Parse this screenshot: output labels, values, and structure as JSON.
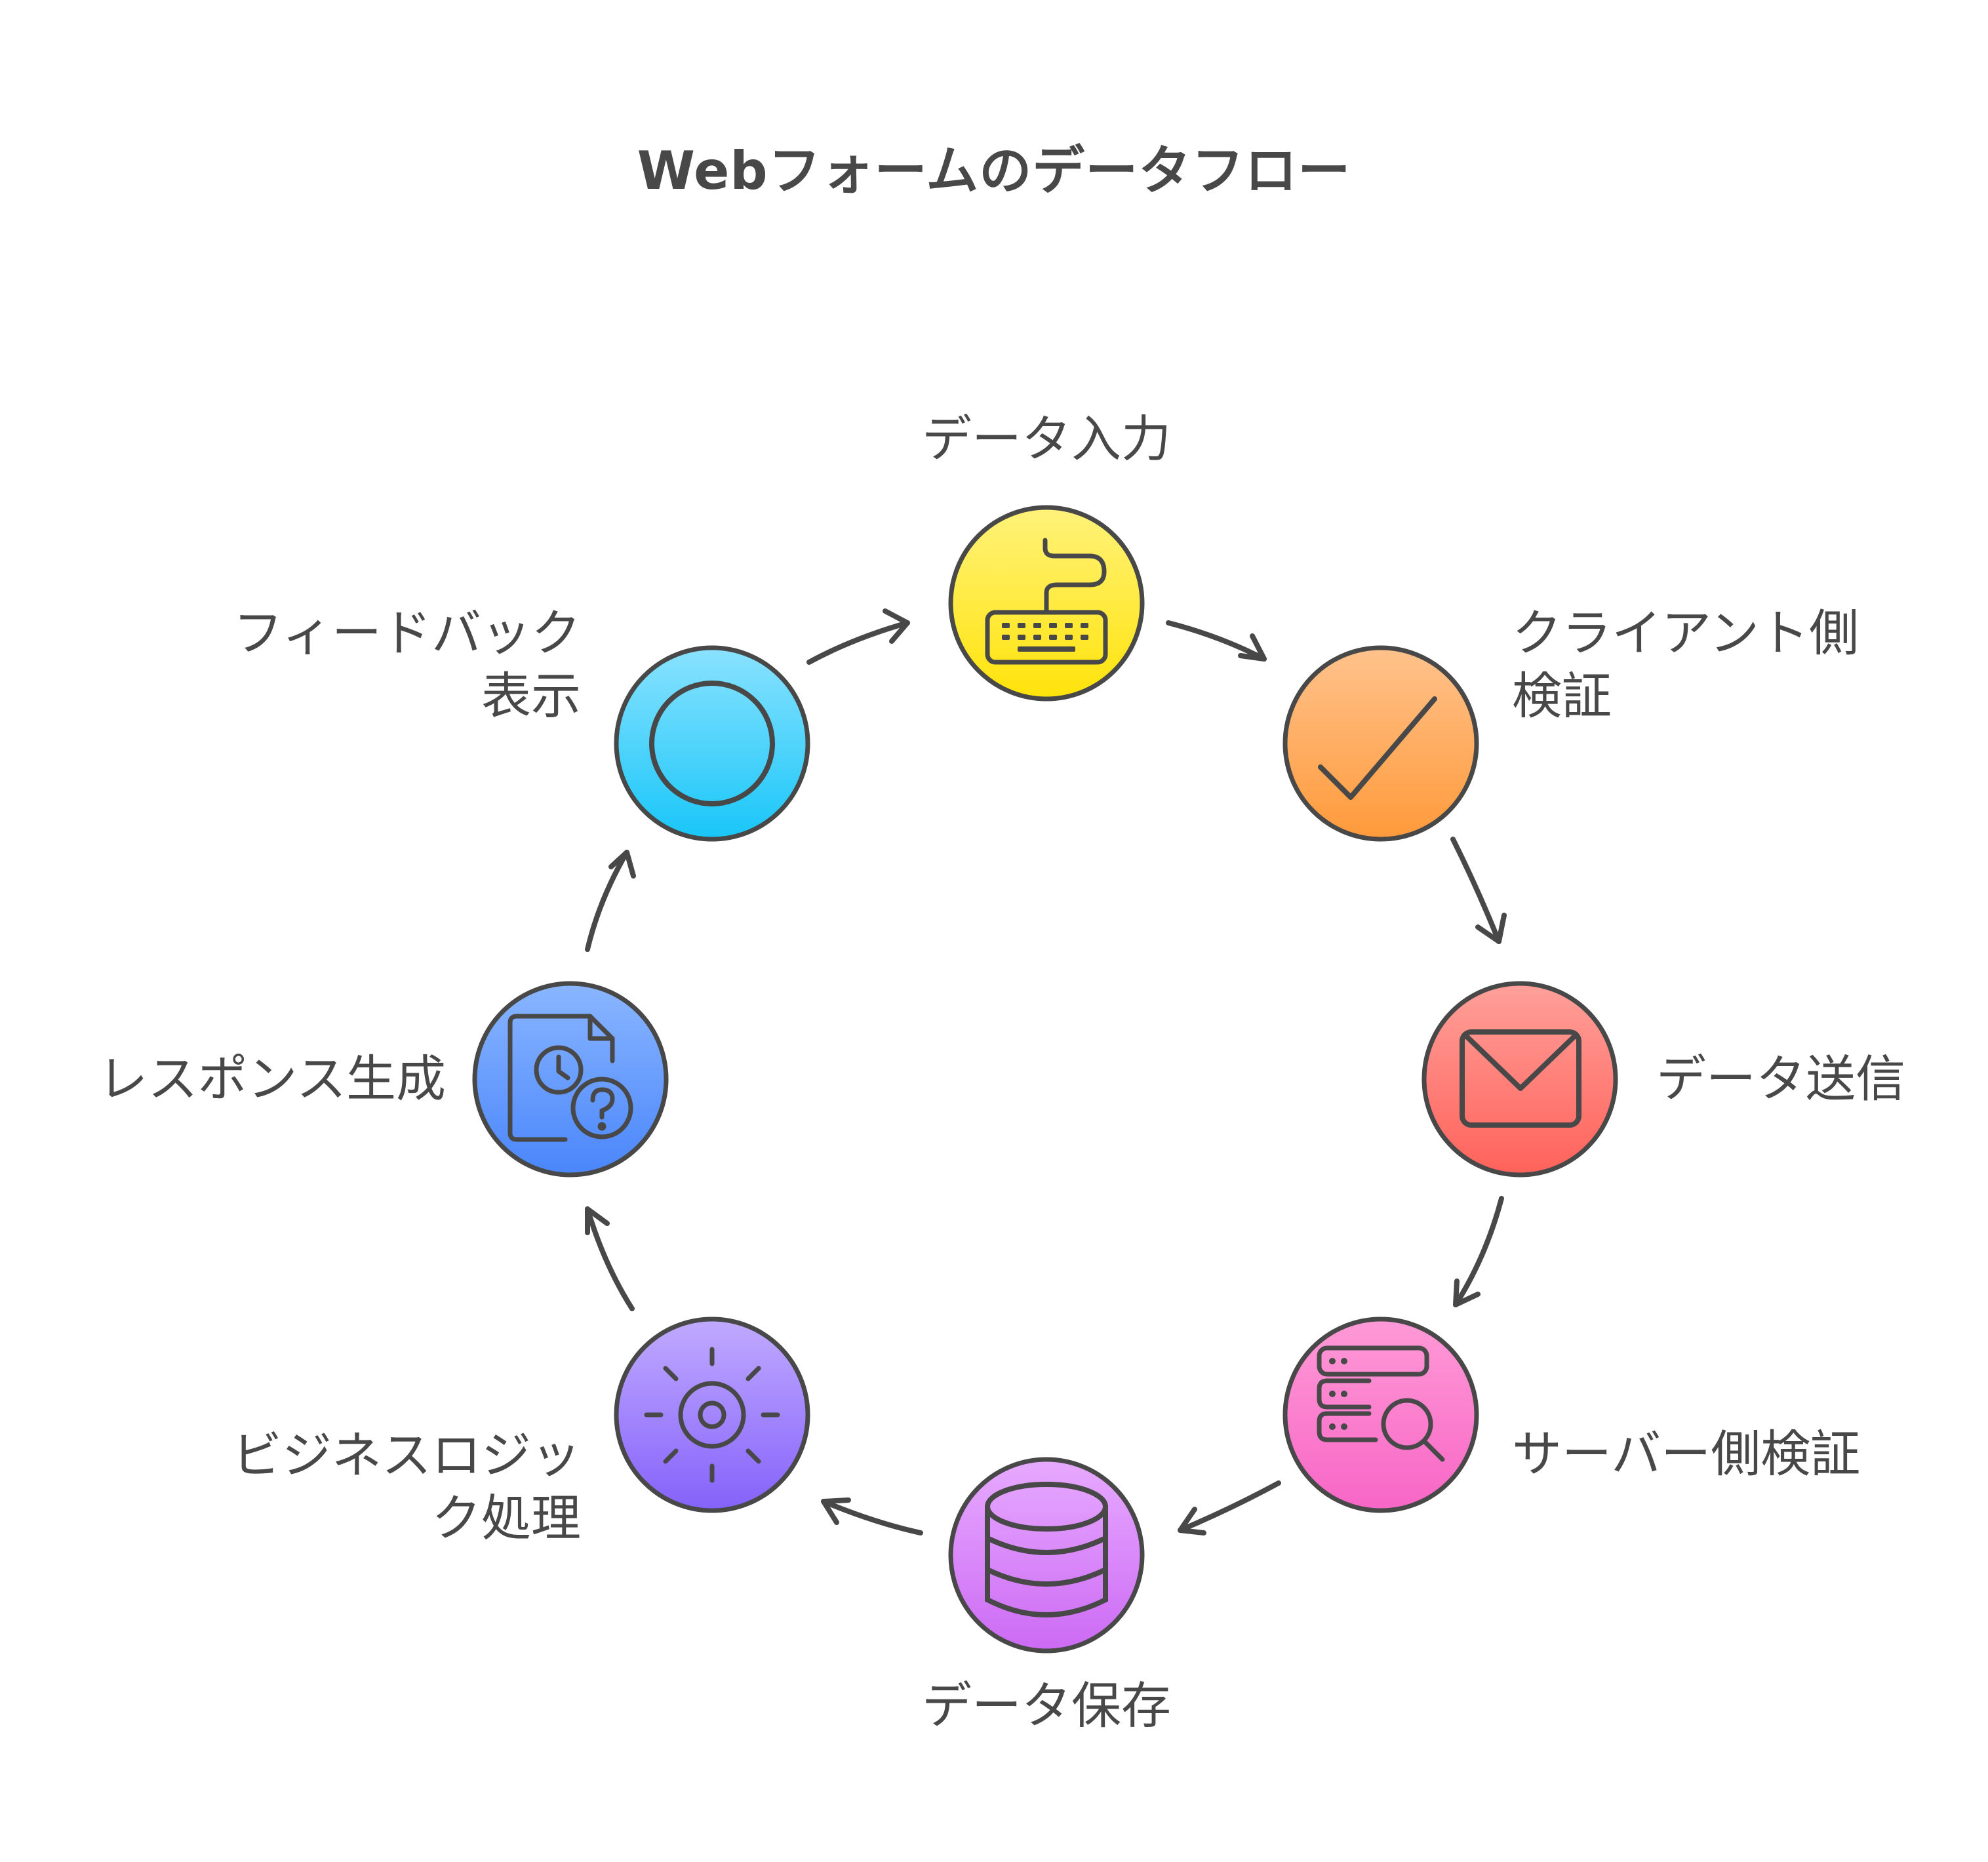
{
  "title": "Webフォームのデータフロー",
  "steps": [
    {
      "id": "input",
      "label": "データ入力",
      "icon": "keyboard-icon",
      "colors": [
        "#fff27a",
        "#ffe30a"
      ]
    },
    {
      "id": "client",
      "label": "クライアント側\n検証",
      "icon": "checkmark-icon",
      "colors": [
        "#ffc28c",
        "#ff9a3a"
      ]
    },
    {
      "id": "send",
      "label": "データ送信",
      "icon": "envelope-icon",
      "colors": [
        "#ffa09a",
        "#ff625a"
      ]
    },
    {
      "id": "server",
      "label": "サーバー側検証",
      "icon": "server-search-icon",
      "colors": [
        "#ff9ad6",
        "#f766c6"
      ]
    },
    {
      "id": "store",
      "label": "データ保存",
      "icon": "database-icon",
      "colors": [
        "#e7aaff",
        "#cc6af4"
      ]
    },
    {
      "id": "logic",
      "label": "ビジネスロジッ\nク処理",
      "icon": "gear-icon",
      "colors": [
        "#c0aaff",
        "#8462fa"
      ]
    },
    {
      "id": "response",
      "label": "レスポンス生成",
      "icon": "document-question-icon",
      "colors": [
        "#8ab6ff",
        "#4a86fb"
      ]
    },
    {
      "id": "feedback",
      "label": "フィードバック\n表示",
      "icon": "circle-icon",
      "colors": [
        "#8ae2ff",
        "#18c6f8"
      ]
    }
  ]
}
